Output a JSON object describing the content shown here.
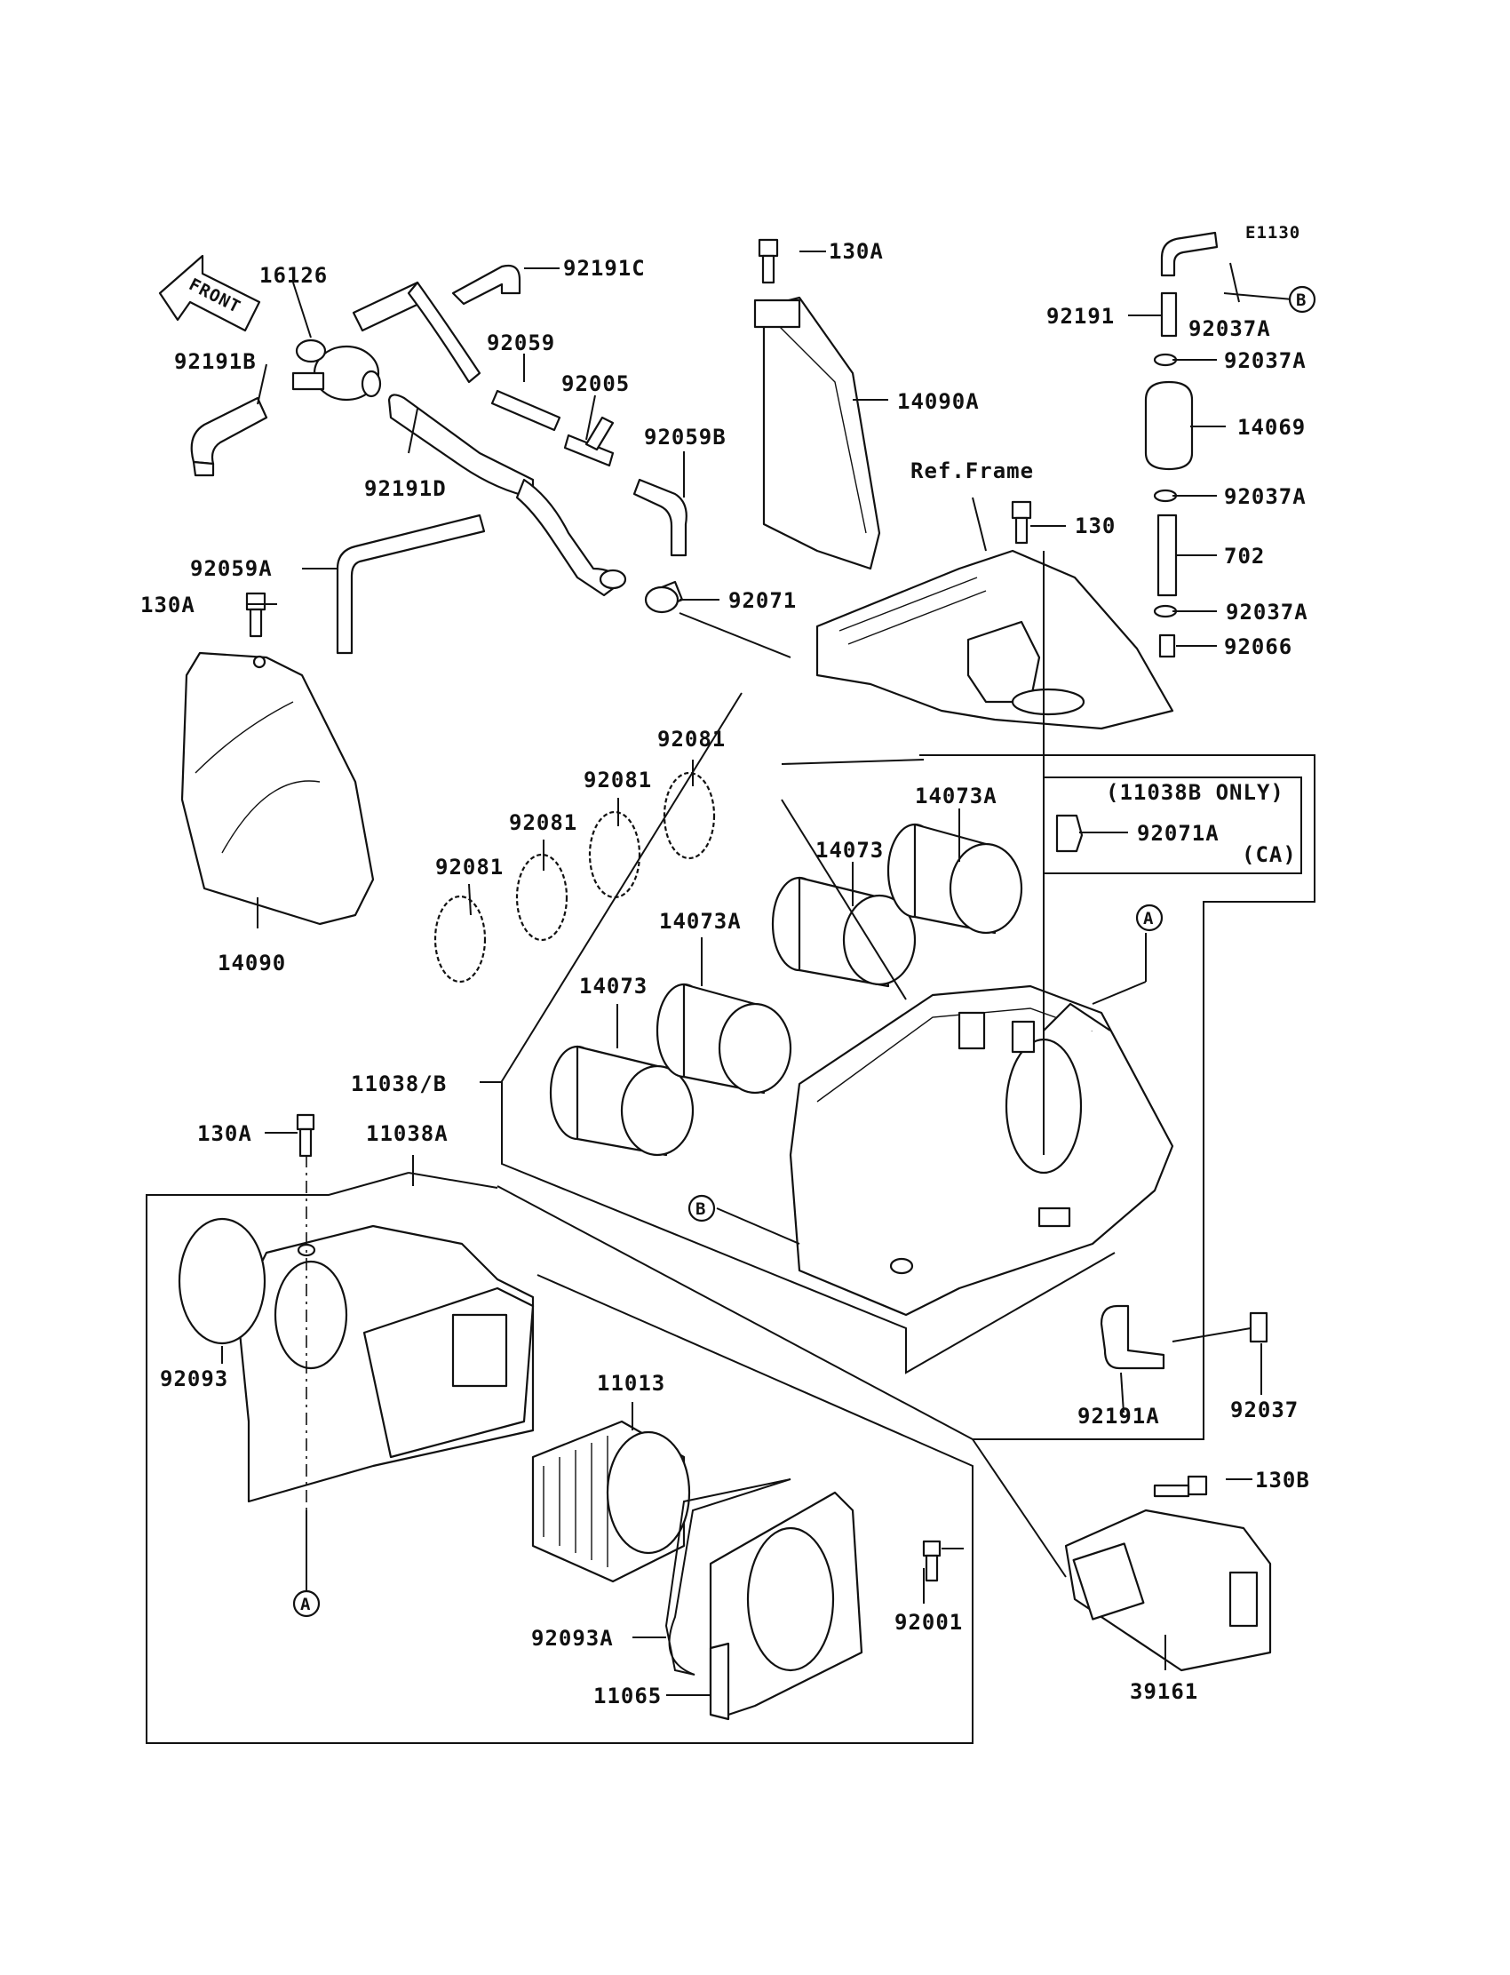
{
  "diagram": {
    "code": "E1130",
    "front_label": "FRONT",
    "note_only": "(11038B ONLY)",
    "note_ca": "(CA)",
    "ref_frame": "Ref.Frame",
    "markers": {
      "a": "A",
      "b": "B"
    },
    "parts": {
      "p16126": "16126",
      "p92191C": "92191C",
      "p92191B": "92191B",
      "p92059": "92059",
      "p92005": "92005",
      "p92059B": "92059B",
      "p92191D": "92191D",
      "p92059A": "92059A",
      "p130A_top": "130A",
      "p14090A": "14090A",
      "p130_top": "130",
      "p92191": "92191",
      "p92037A_1": "92037A",
      "p92037A_2": "92037A",
      "p14069": "14069",
      "p92037A_3": "92037A",
      "p702": "702",
      "p92037A_4": "92037A",
      "p92066": "92066",
      "p130A_left": "130A",
      "p92071": "92071",
      "p14090": "14090",
      "p92081_1": "92081",
      "p92081_2": "92081",
      "p92081_3": "92081",
      "p92081_4": "92081",
      "p14073A_1": "14073A",
      "p14073_1": "14073",
      "p14073A_2": "14073A",
      "p14073_2": "14073",
      "p92071A": "92071A",
      "p11038B": "11038/B",
      "p130A_mid": "130A",
      "p11038A": "11038A",
      "p92093": "92093",
      "p11013": "11013",
      "p92191A": "92191A",
      "p92037": "92037",
      "p130B": "130B",
      "p92093A": "92093A",
      "p92001": "92001",
      "p11065": "11065",
      "p39161": "39161"
    }
  }
}
